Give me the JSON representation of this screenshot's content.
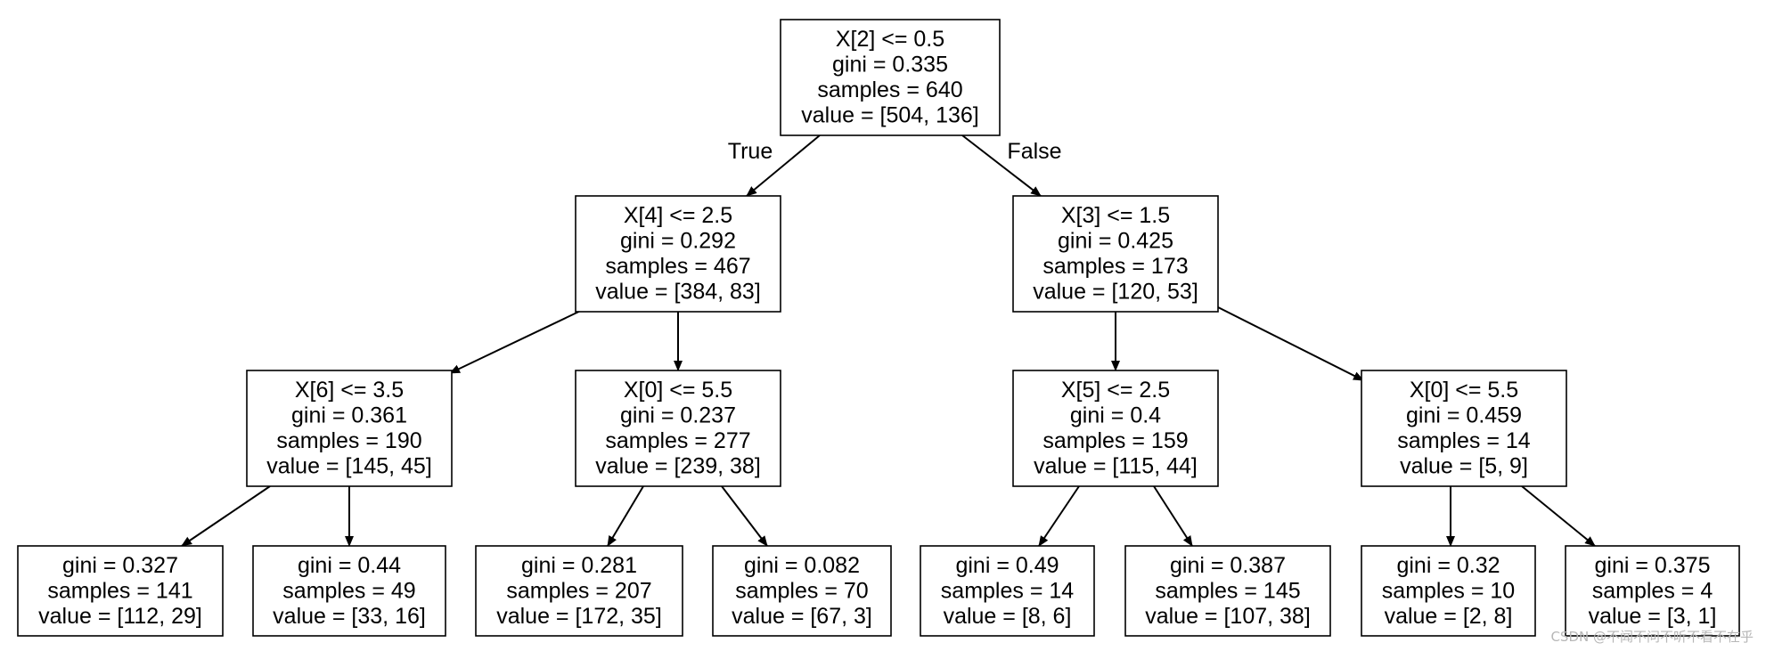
{
  "tree": {
    "nodes": [
      {
        "id": "n0",
        "lines": [
          "X[2] <= 0.5",
          "gini = 0.335",
          "samples = 640",
          "value = [504, 136]"
        ]
      },
      {
        "id": "n1",
        "lines": [
          "X[4] <= 2.5",
          "gini = 0.292",
          "samples = 467",
          "value = [384, 83]"
        ]
      },
      {
        "id": "n2",
        "lines": [
          "X[3] <= 1.5",
          "gini = 0.425",
          "samples = 173",
          "value = [120, 53]"
        ]
      },
      {
        "id": "n3",
        "lines": [
          "X[6] <= 3.5",
          "gini = 0.361",
          "samples = 190",
          "value = [145, 45]"
        ]
      },
      {
        "id": "n4",
        "lines": [
          "X[0] <= 5.5",
          "gini = 0.237",
          "samples = 277",
          "value = [239, 38]"
        ]
      },
      {
        "id": "n5",
        "lines": [
          "X[5] <= 2.5",
          "gini = 0.4",
          "samples = 159",
          "value = [115, 44]"
        ]
      },
      {
        "id": "n6",
        "lines": [
          "X[0] <= 5.5",
          "gini = 0.459",
          "samples = 14",
          "value = [5, 9]"
        ]
      },
      {
        "id": "n7",
        "lines": [
          "gini = 0.327",
          "samples = 141",
          "value = [112, 29]"
        ]
      },
      {
        "id": "n8",
        "lines": [
          "gini = 0.44",
          "samples = 49",
          "value = [33, 16]"
        ]
      },
      {
        "id": "n9",
        "lines": [
          "gini = 0.281",
          "samples = 207",
          "value = [172, 35]"
        ]
      },
      {
        "id": "n10",
        "lines": [
          "gini = 0.082",
          "samples = 70",
          "value = [67, 3]"
        ]
      },
      {
        "id": "n11",
        "lines": [
          "gini = 0.49",
          "samples = 14",
          "value = [8, 6]"
        ]
      },
      {
        "id": "n12",
        "lines": [
          "gini = 0.387",
          "samples = 145",
          "value = [107, 38]"
        ]
      },
      {
        "id": "n13",
        "lines": [
          "gini = 0.32",
          "samples = 10",
          "value = [2, 8]"
        ]
      },
      {
        "id": "n14",
        "lines": [
          "gini = 0.375",
          "samples = 4",
          "value = [3, 1]"
        ]
      }
    ],
    "edges": [
      {
        "from": "n0",
        "to": "n1",
        "label": "True"
      },
      {
        "from": "n0",
        "to": "n2",
        "label": "False"
      },
      {
        "from": "n1",
        "to": "n3"
      },
      {
        "from": "n1",
        "to": "n4"
      },
      {
        "from": "n2",
        "to": "n5"
      },
      {
        "from": "n2",
        "to": "n6"
      },
      {
        "from": "n3",
        "to": "n7"
      },
      {
        "from": "n3",
        "to": "n8"
      },
      {
        "from": "n4",
        "to": "n9"
      },
      {
        "from": "n4",
        "to": "n10"
      },
      {
        "from": "n5",
        "to": "n11"
      },
      {
        "from": "n5",
        "to": "n12"
      },
      {
        "from": "n6",
        "to": "n13"
      },
      {
        "from": "n6",
        "to": "n14"
      }
    ]
  },
  "watermark": "CSDN @不闻不问不听不看不在乎",
  "colors": {
    "stroke": "#000000",
    "background": "#ffffff",
    "watermark": "#b7b7b7"
  }
}
